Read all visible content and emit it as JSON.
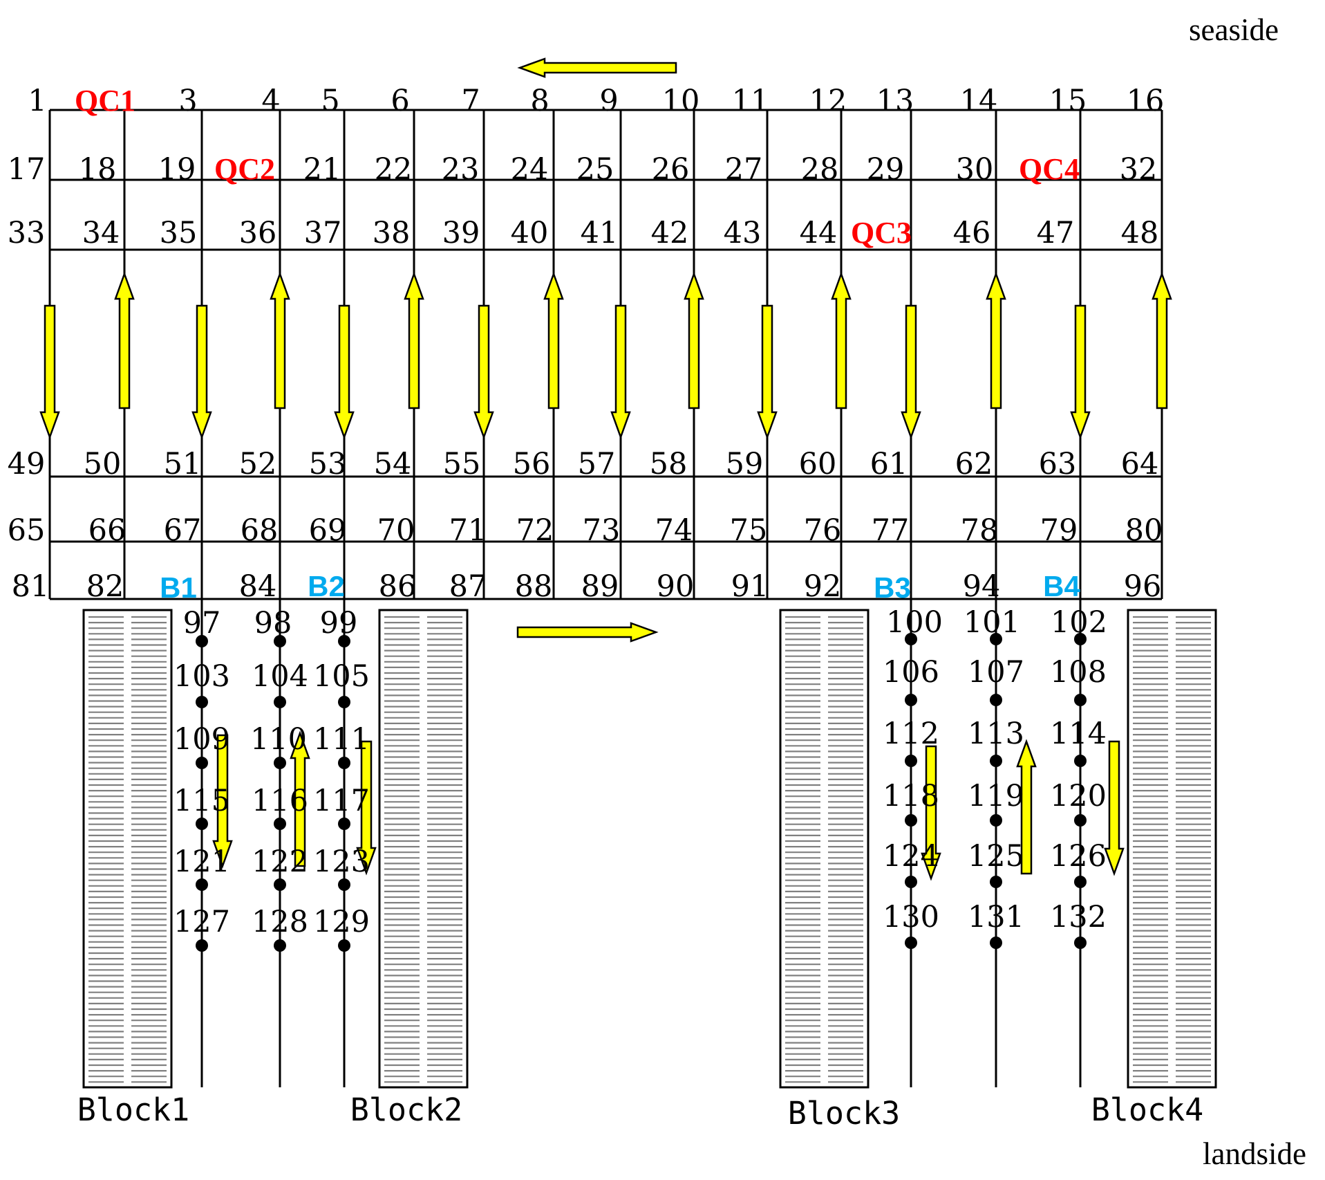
{
  "labels": {
    "seaside": "seaside",
    "landside": "landside",
    "blocks": [
      "Block1",
      "Block2",
      "Block3",
      "Block4"
    ]
  },
  "grid_rows": [
    [
      "1",
      "",
      "3",
      "4",
      "5",
      "6",
      "7",
      "8",
      "9",
      "10",
      "11",
      "12",
      "13",
      "14",
      "15",
      "16"
    ],
    [
      "17",
      "18",
      "19",
      "",
      "21",
      "22",
      "23",
      "24",
      "25",
      "26",
      "27",
      "28",
      "29",
      "30",
      "",
      "32"
    ],
    [
      "33",
      "34",
      "35",
      "36",
      "37",
      "38",
      "39",
      "40",
      "41",
      "42",
      "43",
      "44",
      "",
      "46",
      "47",
      "48"
    ],
    [
      "49",
      "50",
      "51",
      "52",
      "53",
      "54",
      "55",
      "56",
      "57",
      "58",
      "59",
      "60",
      "61",
      "62",
      "63",
      "64"
    ],
    [
      "65",
      "66",
      "67",
      "68",
      "69",
      "70",
      "71",
      "72",
      "73",
      "74",
      "75",
      "76",
      "77",
      "78",
      "79",
      "80"
    ],
    [
      "81",
      "82",
      "",
      "84",
      "",
      "86",
      "87",
      "88",
      "89",
      "90",
      "91",
      "92",
      "",
      "94",
      "",
      "96"
    ]
  ],
  "quay_cranes": [
    {
      "text": "QC1",
      "color": "#ff0000"
    },
    {
      "text": "QC2",
      "color": "#ff0000"
    },
    {
      "text": "QC3",
      "color": "#ff0000"
    },
    {
      "text": "QC4",
      "color": "#ff0000"
    }
  ],
  "bay_labels": [
    {
      "text": "B1",
      "color": "#00aaee"
    },
    {
      "text": "B2",
      "color": "#00aaee"
    },
    {
      "text": "B3",
      "color": "#00aaee"
    },
    {
      "text": "B4",
      "color": "#00aaee"
    }
  ],
  "yard_lanes": [
    [
      "97",
      "103",
      "109",
      "115",
      "121",
      "127"
    ],
    [
      "98",
      "104",
      "110",
      "116",
      "122",
      "128"
    ],
    [
      "99",
      "105",
      "111",
      "117",
      "123",
      "129"
    ],
    [
      "100",
      "106",
      "112",
      "118",
      "124",
      "130"
    ],
    [
      "101",
      "107",
      "113",
      "119",
      "125",
      "131"
    ],
    [
      "102",
      "108",
      "114",
      "120",
      "126",
      "132"
    ]
  ],
  "colors": {
    "arrow_fill": "#ffff00",
    "arrow_stroke": "#000000",
    "line": "#000000",
    "block_stripe": "#808080"
  }
}
